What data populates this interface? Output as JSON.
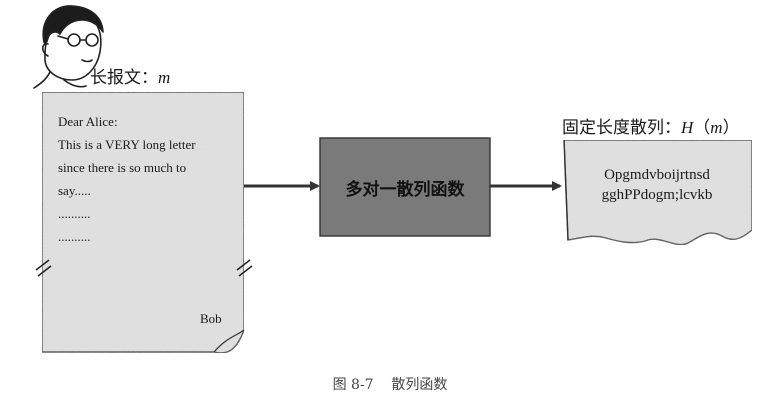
{
  "input": {
    "label": "长报文：",
    "var": "m",
    "letter_lines": [
      "Dear Alice:",
      "This is a VERY long letter",
      "since there is so much to",
      "say.....",
      "..........",
      ".........."
    ],
    "signature": "Bob"
  },
  "function_box": {
    "label": "多对一散列函数"
  },
  "output": {
    "label": "固定长度散列：",
    "func": "H",
    "open_paren": "（",
    "var": "m",
    "close_paren": "）",
    "hash_lines": [
      "Opgmdvboijrtnsd",
      "gghPPdogm;lcvkb"
    ]
  },
  "caption": "图 8-7    散列函数",
  "colors": {
    "paper_fill": "#e3e3e3",
    "paper_border": "#333333",
    "function_box_fill": "#7a7a7a",
    "arrow": "#333333"
  },
  "icons": {
    "person": "person-with-glasses-icon"
  }
}
